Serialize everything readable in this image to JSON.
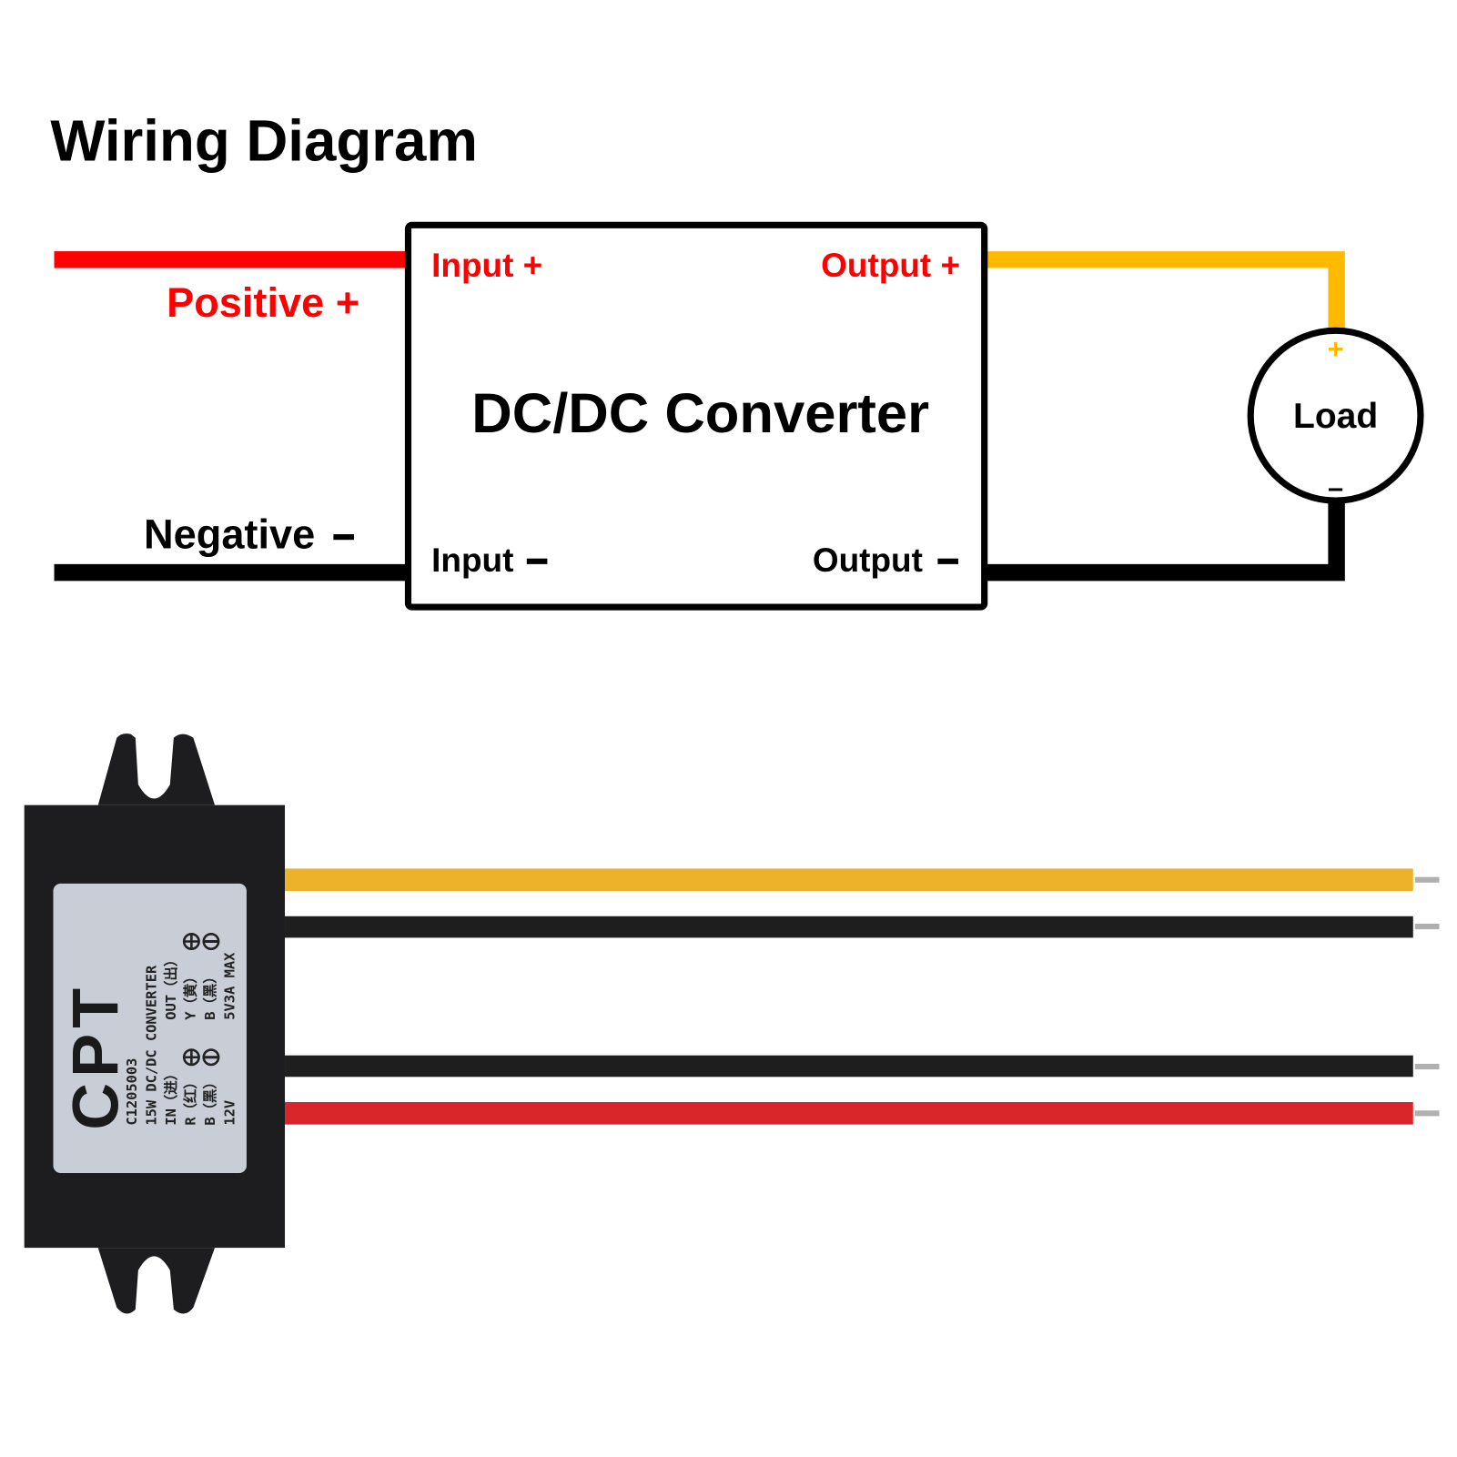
{
  "title": "Wiring Diagram",
  "diagram": {
    "converter_label": "DC/DC Converter",
    "input_plus": "Input +",
    "input_minus": "Input",
    "output_plus": "Output +",
    "output_minus": "Output",
    "positive_label": "Positive +",
    "negative_label": "Negative",
    "load_label": "Load",
    "load_plus": "+",
    "load_minus": "–"
  },
  "device": {
    "brand": "CPT",
    "model": "C1205003",
    "description": "15W DC/DC CONVERTER",
    "in_label": "IN（进）",
    "out_label": "OUT（出）",
    "in_red": "R（红）",
    "out_yellow": "Y（黄）",
    "in_black": "B（黑）",
    "out_black": "B（黑）",
    "input_voltage": "12V",
    "output_rating": "5V3A MAX"
  },
  "colors": {
    "positive": "#ff0000",
    "output_positive": "#ffba00",
    "negative": "#000000",
    "wire_yellow": "#ecb22c",
    "wire_red": "#d9262b"
  }
}
